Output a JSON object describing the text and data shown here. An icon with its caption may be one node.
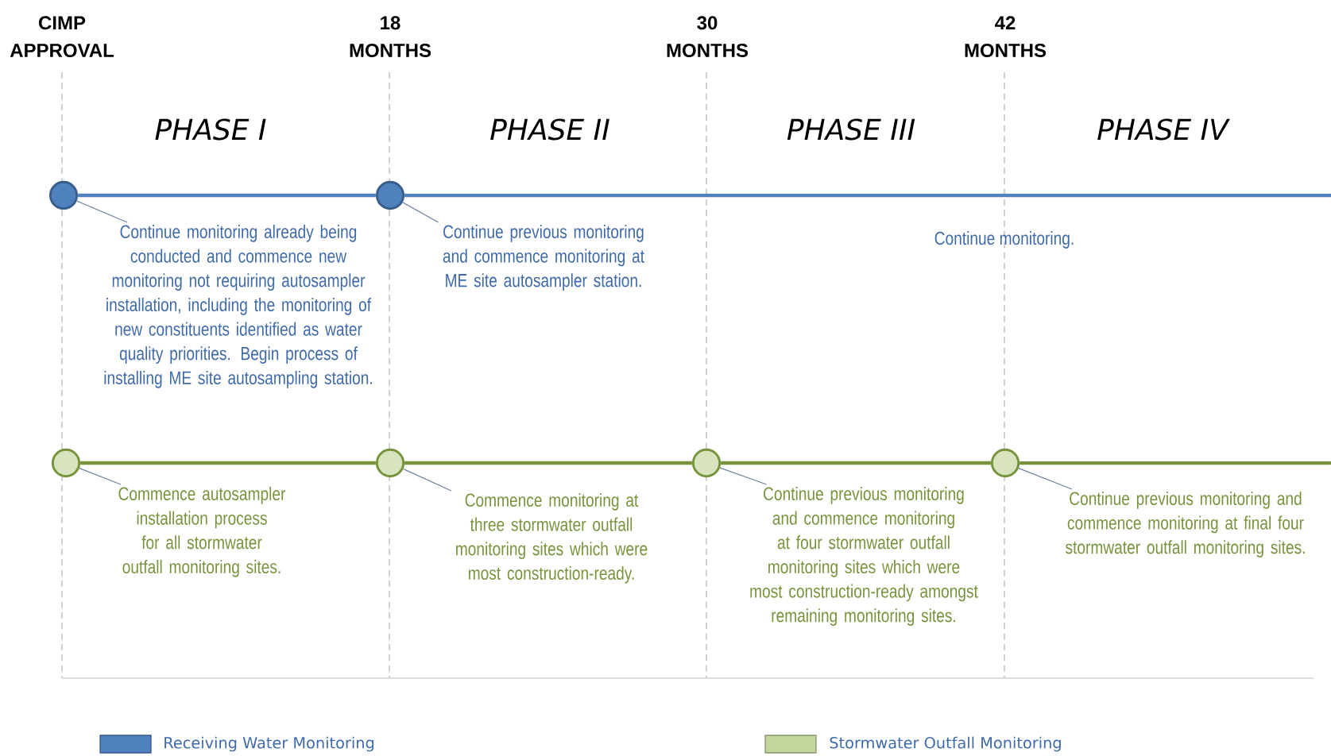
{
  "diagram": {
    "nodes": [
      {
        "text": [],
        "shape": "circle"
      },
      {
        "text": [],
        "shape": "circle"
      },
      {
        "text": [
          "Continue monitoring already being conducted and commence new monitoring not requiring autosampler installation, including the monitoring of new constituents identified as water quality priorities. Begin process of installing ME site autosampling station."
        ]
      },
      {
        "text": [
          "Continue previous monitoring and commence monitoring at ME site autosampler station."
        ]
      },
      {
        "text": [],
        "shape": "circle"
      },
      {
        "text": [],
        "shape": "circle"
      },
      {
        "text": [],
        "shape": "circle"
      },
      {
        "text": [],
        "shape": "circle"
      },
      {
        "text": [
          "Commence autosampler installation process for all stormwater outfall monitoring sites."
        ]
      },
      {
        "text": [
          "Commence monitoring at three stormwater outfall monitoring sites which were most construction-ready."
        ]
      },
      {
        "text": [
          "Continue previous monitoring and commence monitoring at four stormwater outfall monitoring sites which were most construction-ready amongst remaining monitoring sites."
        ]
      },
      {
        "text": [
          "Continue previous monitoring and commence monitoring at final four stormwater outfall monitoring sites."
        ]
      }
    ],
    "edges": [
      {
        "from": 0,
        "to": 1,
        "arrow": "none",
        "style": "thick",
        "color": "#4f81bd"
      },
      {
        "from": 1,
        "to": null,
        "arrow": "none",
        "style": "thick",
        "color": "#4f81bd"
      },
      {
        "from": 4,
        "to": 5,
        "arrow": "none",
        "style": "thick",
        "color": "#77933c"
      },
      {
        "from": 5,
        "to": 6,
        "arrow": "none",
        "style": "thick",
        "color": "#77933c"
      },
      {
        "from": 6,
        "to": 7,
        "arrow": "none",
        "style": "thick",
        "color": "#77933c"
      },
      {
        "from": 7,
        "to": null,
        "arrow": "none",
        "style": "thick",
        "color": "#77933c"
      },
      {
        "from": 0,
        "to": 2,
        "arrow": "none"
      },
      {
        "from": 1,
        "to": 3,
        "arrow": "none"
      },
      {
        "from": 4,
        "to": 8,
        "arrow": "none"
      },
      {
        "from": 5,
        "to": 9,
        "arrow": "none"
      },
      {
        "from": 6,
        "to": 10,
        "arrow": "none"
      },
      {
        "from": 7,
        "to": 11,
        "arrow": "none"
      }
    ],
    "labels": [
      "CIMP APPROVAL",
      "18 MONTHS",
      "30 MONTHS",
      "42 MONTHS",
      "PHASE I",
      "PHASE II",
      "PHASE III",
      "PHASE IV",
      "Continue monitoring."
    ],
    "legend": [
      {
        "text": "Receiving Water Monitoring",
        "color": "#4f81bd"
      },
      {
        "text": "Stormwater Outfall Monitoring",
        "color": "#c3d69b"
      }
    ]
  }
}
